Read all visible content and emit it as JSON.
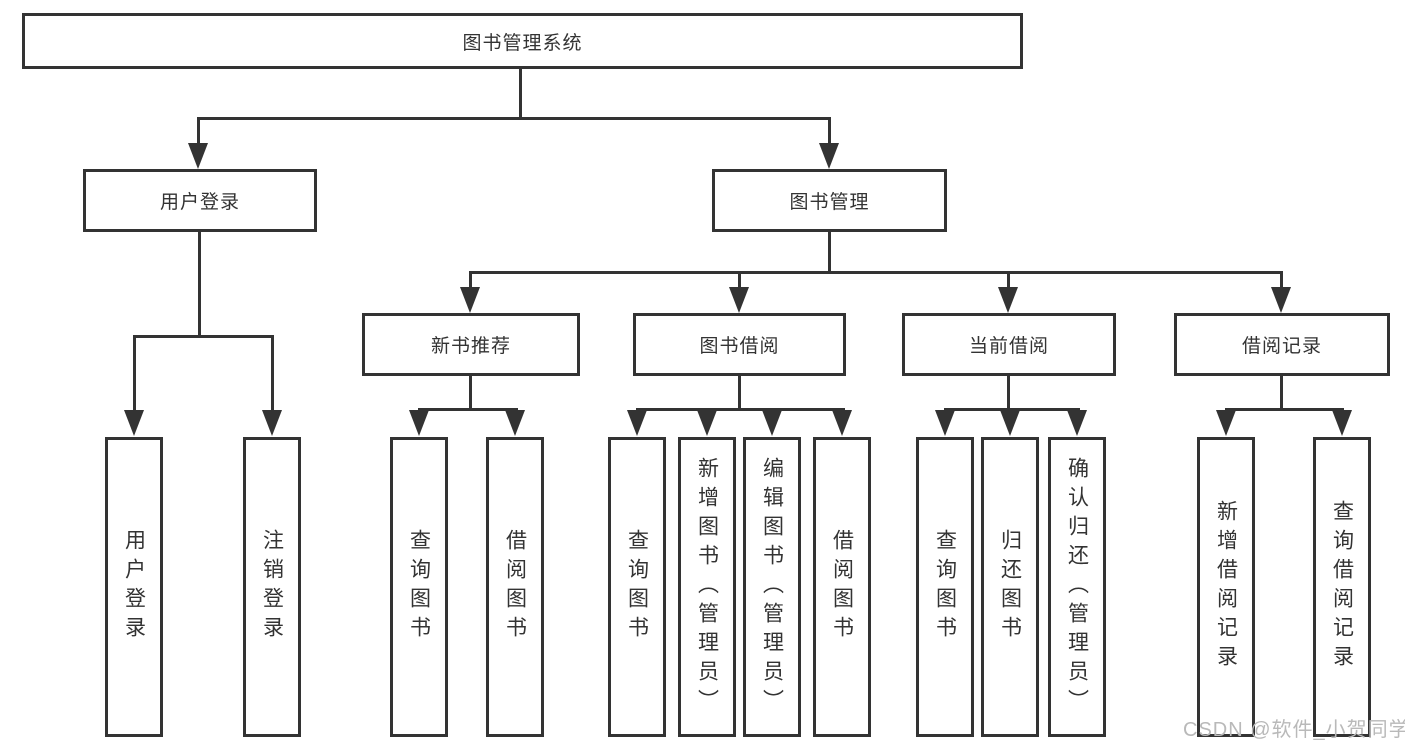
{
  "diagram": {
    "root": {
      "label": "图书管理系统"
    },
    "modules": [
      {
        "label": "用户登录",
        "children": [
          "用户登录",
          "注销登录"
        ]
      },
      {
        "label": "图书管理",
        "sections": [
          {
            "label": "新书推荐",
            "children": [
              "查询图书",
              "借阅图书"
            ]
          },
          {
            "label": "图书借阅",
            "children": [
              "查询图书",
              "新增图书（管理员）",
              "编辑图书（管理员）",
              "借阅图书"
            ]
          },
          {
            "label": "当前借阅",
            "children": [
              "查询图书",
              "归还图书",
              "确认归还（管理员）"
            ]
          },
          {
            "label": "借阅记录",
            "children": [
              "新增借阅记录",
              "查询借阅记录"
            ]
          }
        ]
      }
    ]
  },
  "colors": {
    "line": "#333333",
    "text": "#333333",
    "background": "#ffffff",
    "watermark": "#b9b9b9"
  },
  "watermark": {
    "text": "CSDN @软件_小贺同学"
  }
}
